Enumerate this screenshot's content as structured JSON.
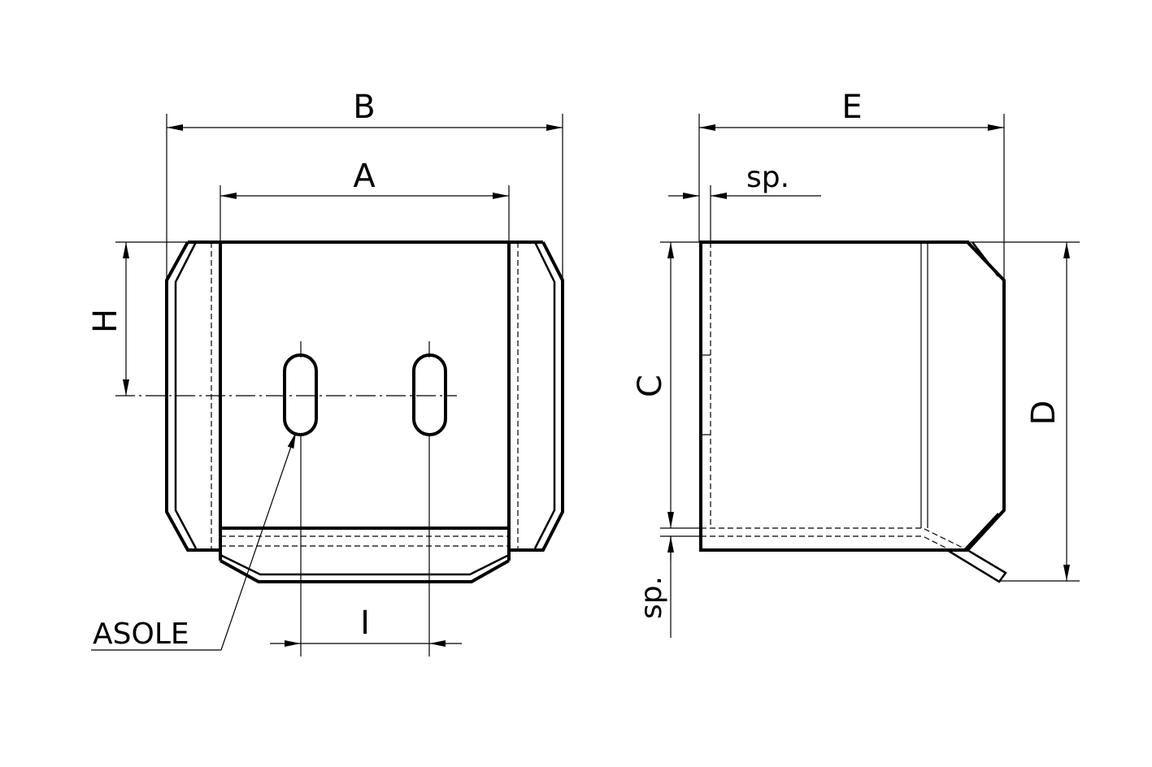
{
  "drawing": {
    "front_view": {
      "dim_B": "B",
      "dim_A": "A",
      "dim_H": "H",
      "dim_I": "I",
      "slot_label": "ASOLE"
    },
    "side_view": {
      "dim_E": "E",
      "dim_sp_top": "sp.",
      "dim_C": "C",
      "dim_D": "D",
      "dim_sp_bottom": "sp."
    }
  }
}
